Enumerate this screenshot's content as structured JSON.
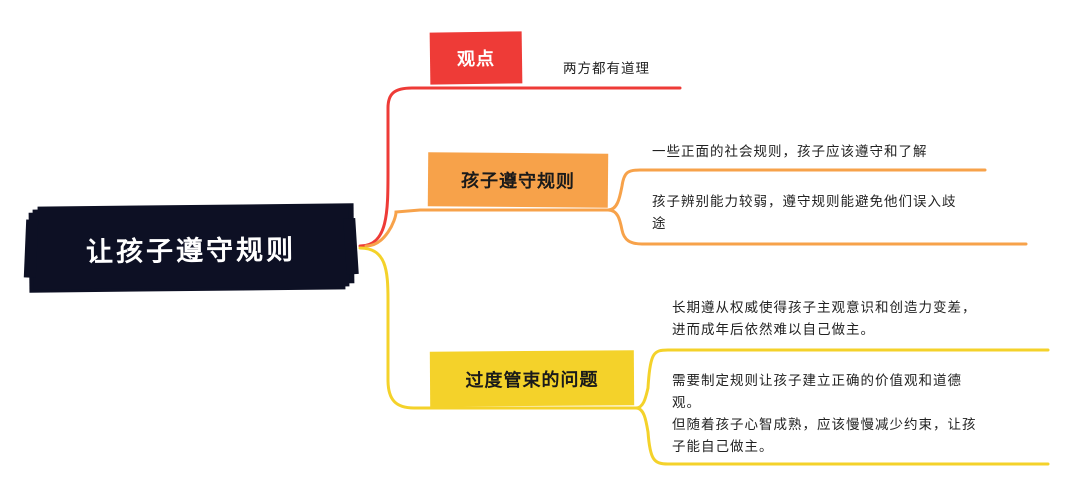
{
  "root": {
    "label": "让孩子遵守规则"
  },
  "branches": [
    {
      "label": "观点",
      "color": "#ee3b37",
      "notes": [
        "两方都有道理"
      ]
    },
    {
      "label": "孩子遵守规则",
      "color": "#f7a24a",
      "notes": [
        "一些正面的社会规则，孩子应该遵守和了解",
        "孩子辨别能力较弱，遵守规则能避免他们误入歧\n途"
      ]
    },
    {
      "label": "过度管束的问题",
      "color": "#f4d22a",
      "notes": [
        "长期遵从权威使得孩子主观意识和创造力变差，\n进而成年后依然难以自己做主。",
        "需要制定规则让孩子建立正确的价值观和道德\n观。\n但随着孩子心智成熟，应该慢慢减少约束，让孩\n子能自己做主。"
      ]
    }
  ]
}
